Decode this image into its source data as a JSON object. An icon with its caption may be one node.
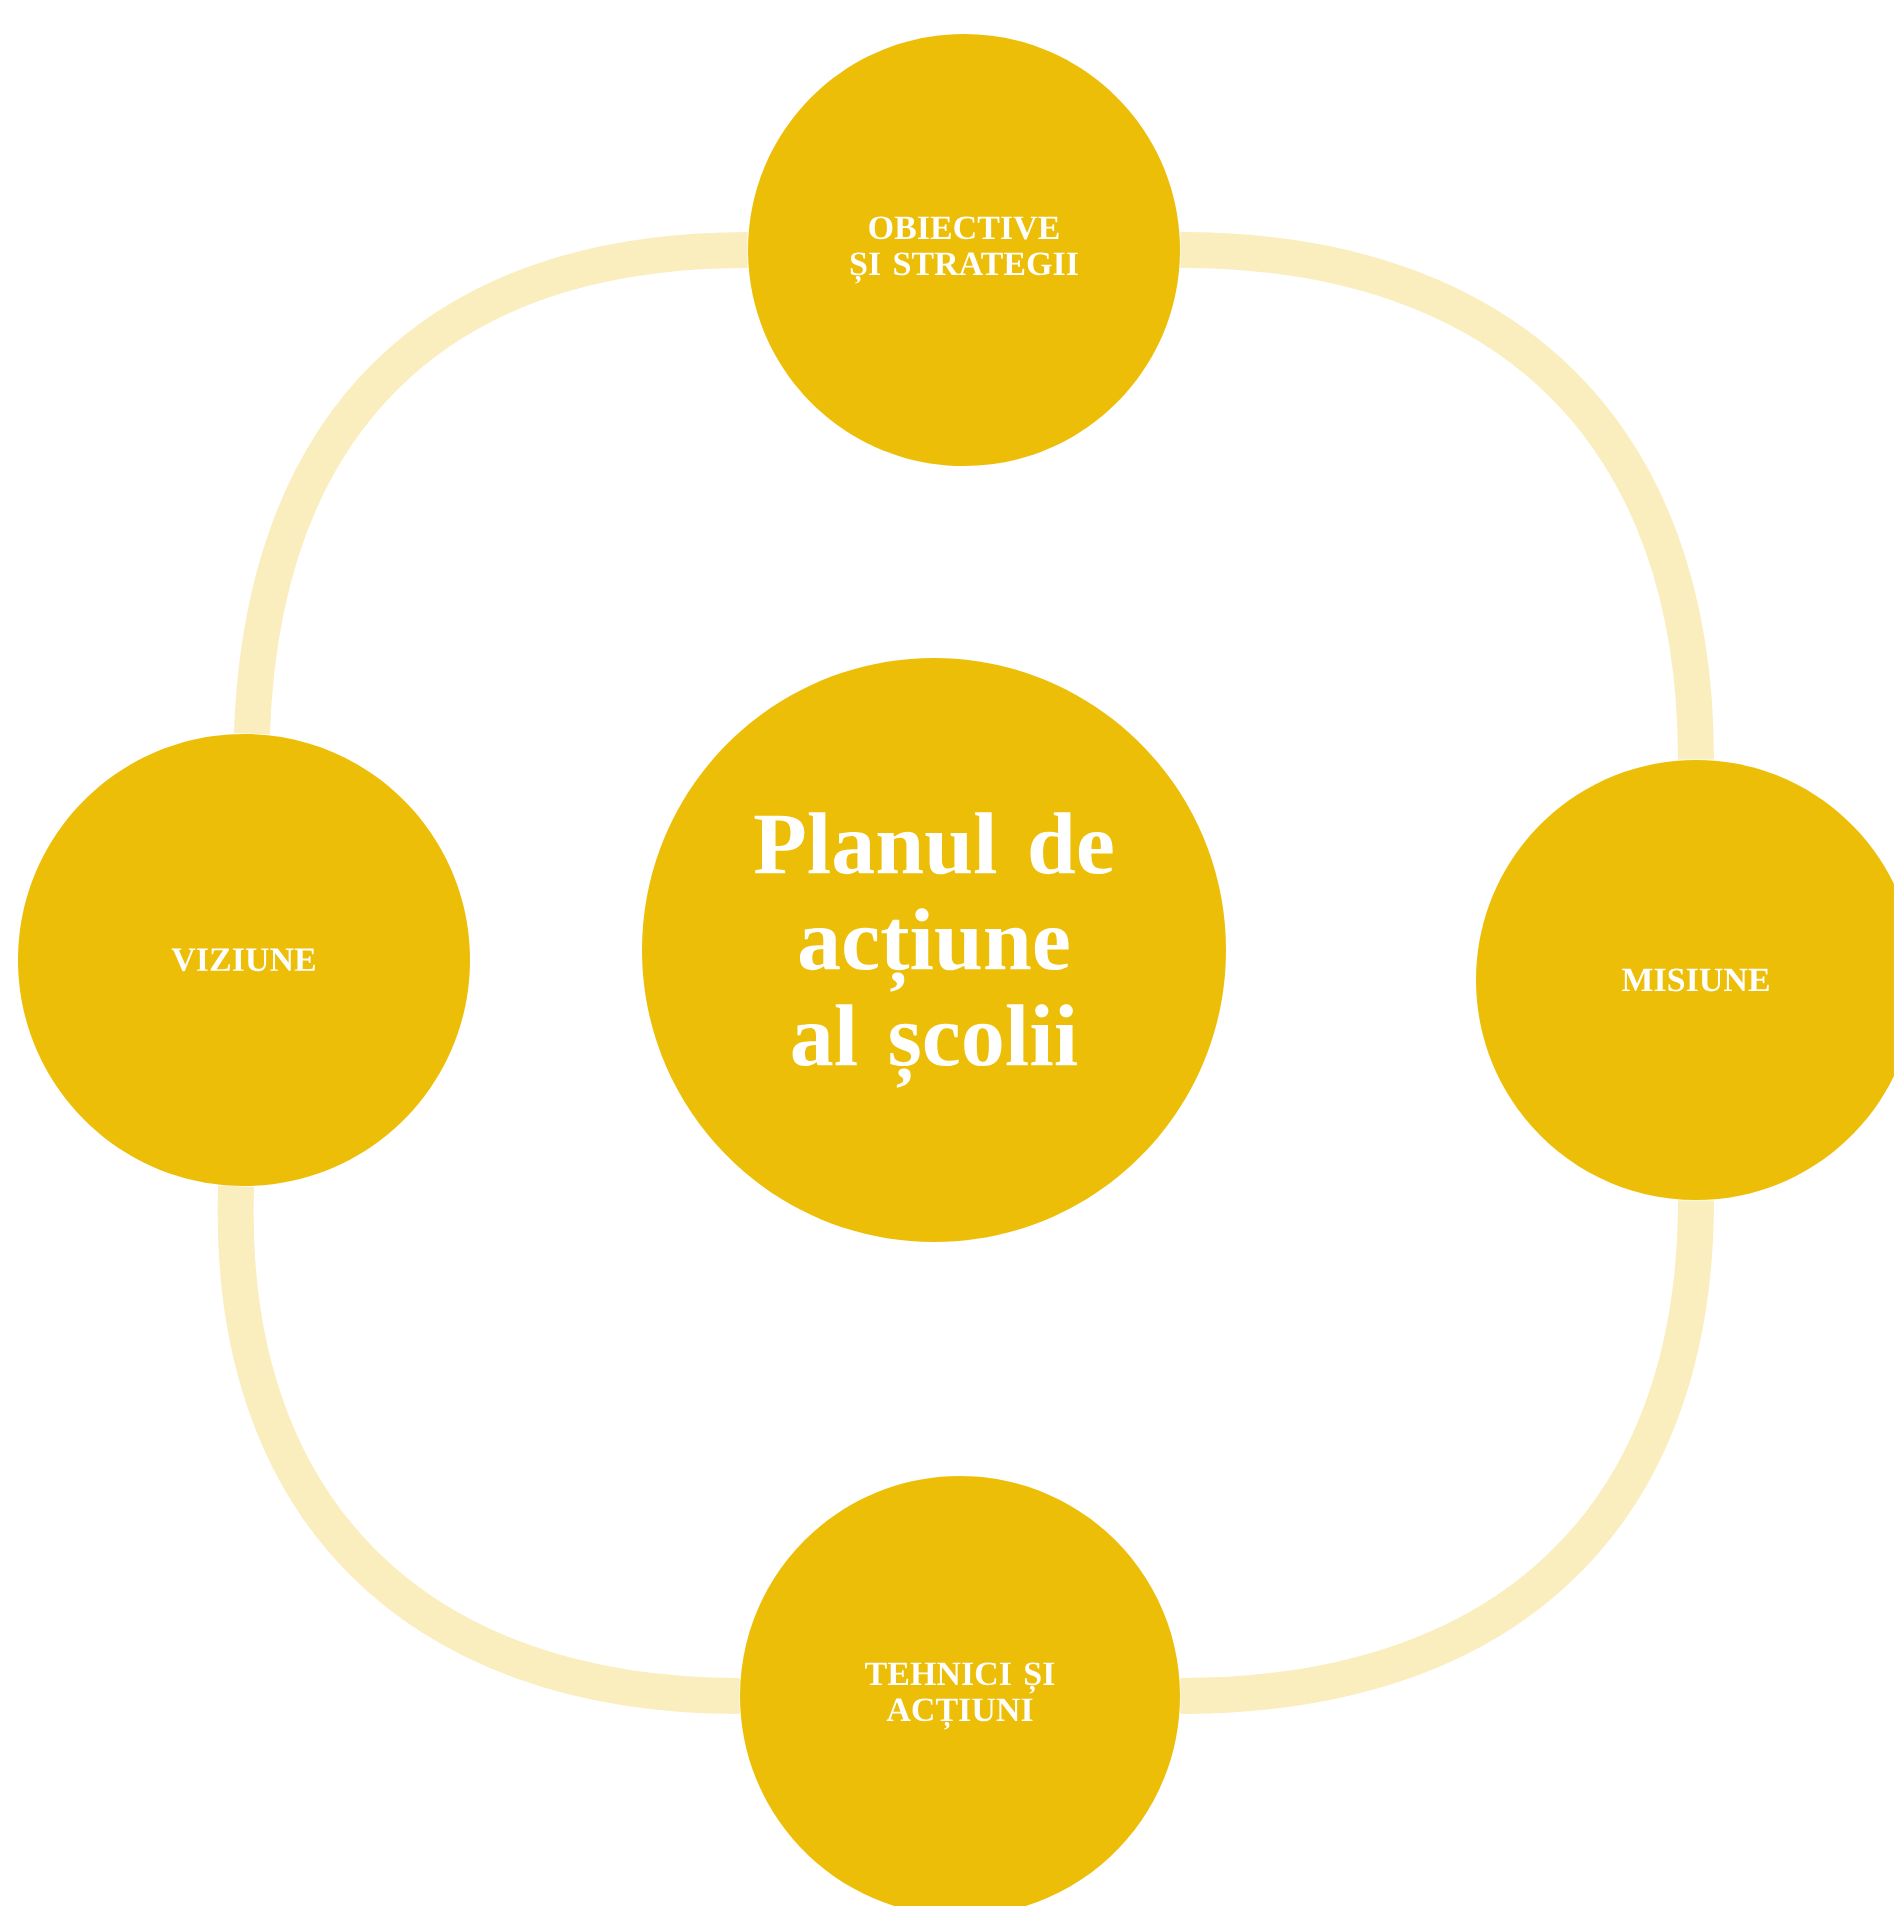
{
  "diagram": {
    "nodes": [
      {
        "text": [
          "OBIECTIVE ȘI STRATEGII"
        ]
      },
      {
        "text": [
          "VIZIUNE"
        ]
      },
      {
        "text": [
          "Planul de acțiune al școlii"
        ]
      },
      {
        "text": [
          "MISIUNE"
        ]
      },
      {
        "text": [
          "TEHNICI ȘI ACȚIUNI"
        ]
      }
    ],
    "edges": [
      {
        "from": 0,
        "to": 3,
        "arrow": "none"
      },
      {
        "from": 3,
        "to": 4,
        "arrow": "none"
      },
      {
        "from": 4,
        "to": 1,
        "arrow": "none"
      },
      {
        "from": 1,
        "to": 0,
        "arrow": "none"
      }
    ]
  }
}
